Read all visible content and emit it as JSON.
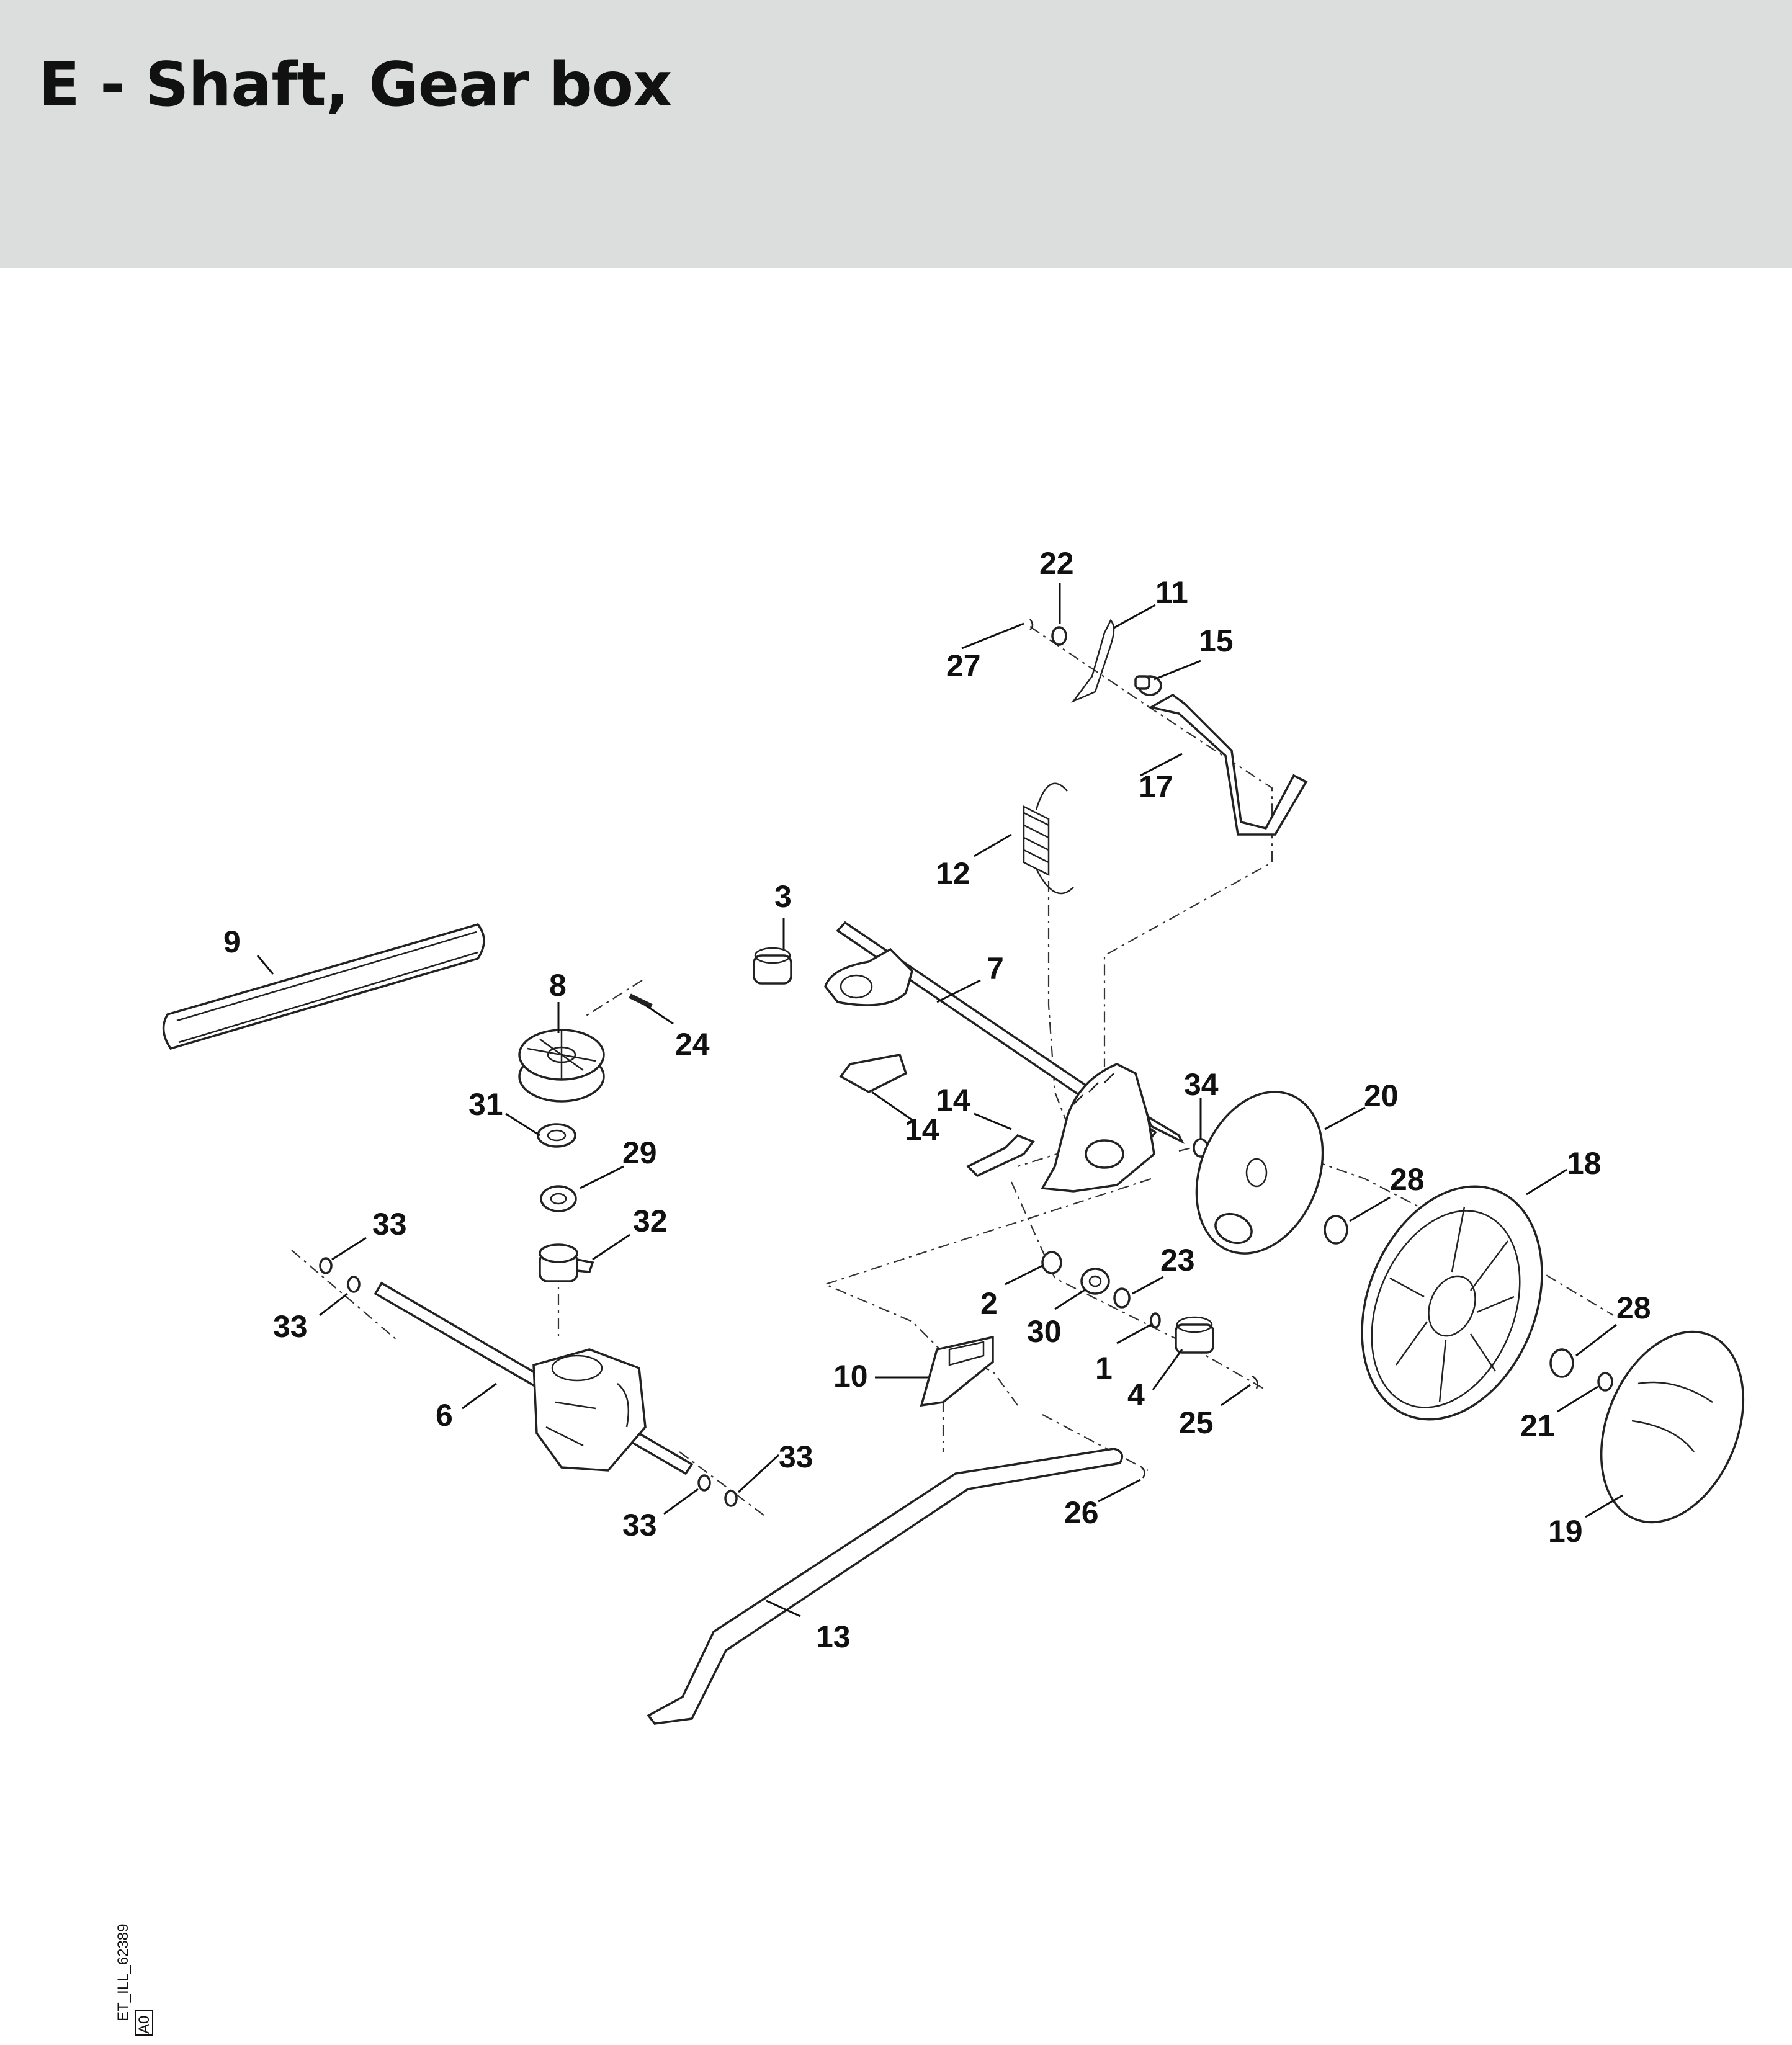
{
  "header": {
    "title": "E - Shaft, Gear box"
  },
  "callouts": [
    {
      "id": "c22",
      "label": "22"
    },
    {
      "id": "c11",
      "label": "11"
    },
    {
      "id": "c27",
      "label": "27"
    },
    {
      "id": "c15",
      "label": "15"
    },
    {
      "id": "c17",
      "label": "17"
    },
    {
      "id": "c12",
      "label": "12"
    },
    {
      "id": "c3",
      "label": "3"
    },
    {
      "id": "c9",
      "label": "9"
    },
    {
      "id": "c7",
      "label": "7"
    },
    {
      "id": "c8",
      "label": "8"
    },
    {
      "id": "c24",
      "label": "24"
    },
    {
      "id": "c14a",
      "label": "14"
    },
    {
      "id": "c14b",
      "label": "14"
    },
    {
      "id": "c34",
      "label": "34"
    },
    {
      "id": "c20",
      "label": "20"
    },
    {
      "id": "c31",
      "label": "31"
    },
    {
      "id": "c29",
      "label": "29"
    },
    {
      "id": "c18",
      "label": "18"
    },
    {
      "id": "c28a",
      "label": "28"
    },
    {
      "id": "c33a",
      "label": "33"
    },
    {
      "id": "c32",
      "label": "32"
    },
    {
      "id": "c23",
      "label": "23"
    },
    {
      "id": "c2",
      "label": "2"
    },
    {
      "id": "c28b",
      "label": "28"
    },
    {
      "id": "c33b",
      "label": "33"
    },
    {
      "id": "c30",
      "label": "30"
    },
    {
      "id": "c10",
      "label": "10"
    },
    {
      "id": "c1",
      "label": "1"
    },
    {
      "id": "c4",
      "label": "4"
    },
    {
      "id": "c21",
      "label": "21"
    },
    {
      "id": "c6",
      "label": "6"
    },
    {
      "id": "c25",
      "label": "25"
    },
    {
      "id": "c33c",
      "label": "33"
    },
    {
      "id": "c26",
      "label": "26"
    },
    {
      "id": "c33d",
      "label": "33"
    },
    {
      "id": "c19",
      "label": "19"
    },
    {
      "id": "c13",
      "label": "13"
    }
  ],
  "reference": {
    "code": "ET_ILL_62389",
    "rev": "A0"
  }
}
